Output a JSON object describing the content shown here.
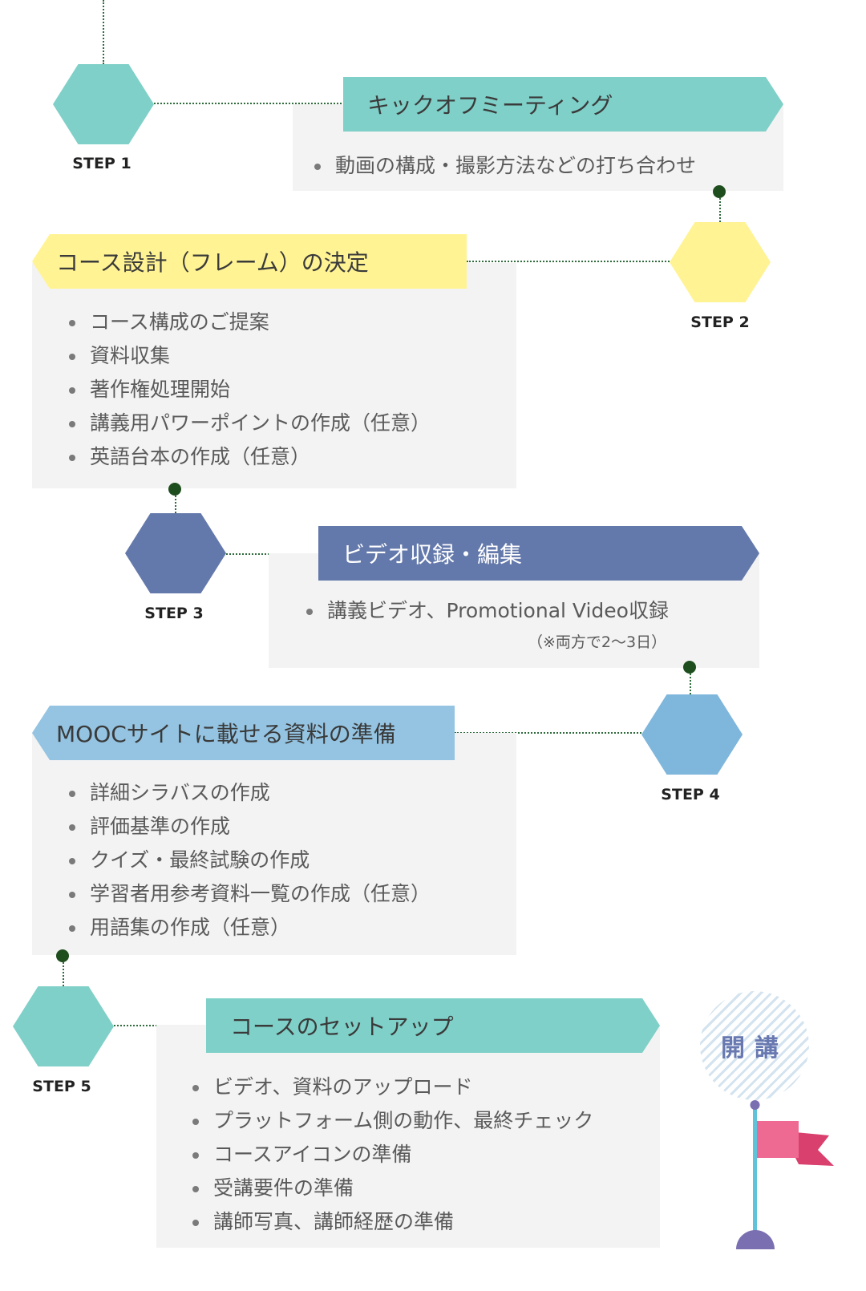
{
  "colors": {
    "teal": "#7fd0c8",
    "yellow": "#fff394",
    "slate": "#6479ab",
    "sky": "#94c4e2",
    "hex_sky": "#7fb6dc",
    "card": "#f3f3f3",
    "connector": "#2f6b3c",
    "flag": "#e8557f",
    "pole": "#5fc3da",
    "base": "#7a6fb0"
  },
  "steps": [
    {
      "label": "STEP 1",
      "title": "キックオフミーティング",
      "items": [
        "動画の構成・撮影方法などの打ち合わせ"
      ]
    },
    {
      "label": "STEP 2",
      "title": "コース設計（フレーム）の決定",
      "items": [
        "コース構成のご提案",
        "資料収集",
        "著作権処理開始",
        "講義用パワーポイントの作成（任意）",
        "英語台本の作成（任意）"
      ]
    },
    {
      "label": "STEP 3",
      "title": "ビデオ収録・編集",
      "items": [
        "講義ビデオ、Promotional Video収録"
      ],
      "note": "（※両方で2〜3日）"
    },
    {
      "label": "STEP 4",
      "title": "MOOCサイトに載せる資料の準備",
      "items": [
        "詳細シラバスの作成",
        "評価基準の作成",
        "クイズ・最終試験の作成",
        "学習者用参考資料一覧の作成（任意）",
        "用語集の作成（任意）"
      ]
    },
    {
      "label": "STEP 5",
      "title": "コースのセットアップ",
      "items": [
        "ビデオ、資料のアップロード",
        "プラットフォーム側の動作、最終チェック",
        "コースアイコンの準備",
        "受講要件の準備",
        "講師写真、講師経歴の準備"
      ]
    }
  ],
  "goal": {
    "label": "開講",
    "icon": "flag-icon"
  }
}
